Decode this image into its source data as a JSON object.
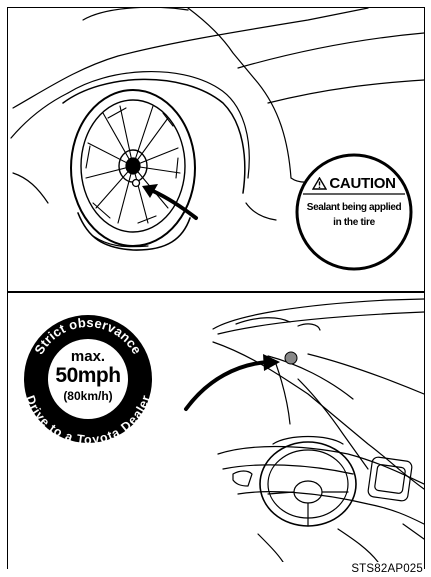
{
  "top_panel": {
    "caution_sticker": {
      "title": "CAUTION",
      "line1": "Sealant being applied",
      "line2": "in the tire",
      "icon": "warning-triangle-icon"
    }
  },
  "bottom_panel": {
    "speed_sticker": {
      "arc_top": "Strict observance",
      "arc_bottom": "Drive to a Toyota Dealer",
      "max_label": "max.",
      "speed": "50mph",
      "speed_metric": "(80km/h)"
    }
  },
  "figure_code": "STS82AP025"
}
